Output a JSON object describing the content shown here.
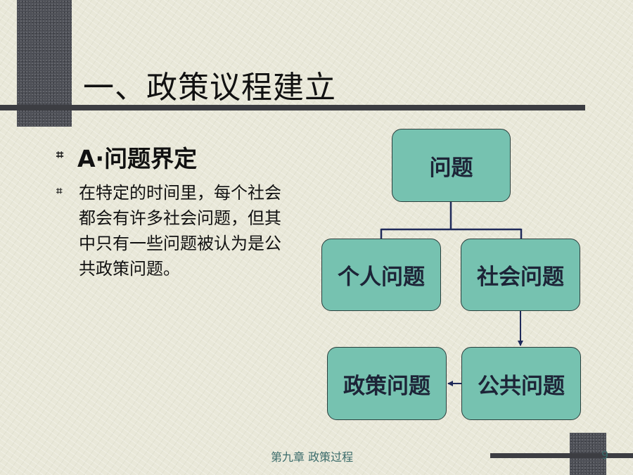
{
  "slide": {
    "title": "一、政策议程建立",
    "bullets": [
      {
        "icon": "hash-bullet-icon",
        "text": "A·问题界定"
      },
      {
        "icon": "hash-bullet-icon",
        "text": "在特定的时间里，每个社会都会有许多社会问题，但其中只有一些问题被认为是公共政策问题。"
      }
    ]
  },
  "diagram": {
    "nodes": {
      "problem": "问题",
      "personal": "个人问题",
      "social": "社会问题",
      "policy": "政策问题",
      "public": "公共问题"
    },
    "node_color": "#76c2b0",
    "edges": [
      {
        "from": "problem",
        "to": "personal"
      },
      {
        "from": "problem",
        "to": "social"
      },
      {
        "from": "social",
        "to": "public"
      },
      {
        "from": "public",
        "to": "policy"
      }
    ]
  },
  "footer": {
    "chapter": "第九章  政策过程",
    "page": "9"
  }
}
